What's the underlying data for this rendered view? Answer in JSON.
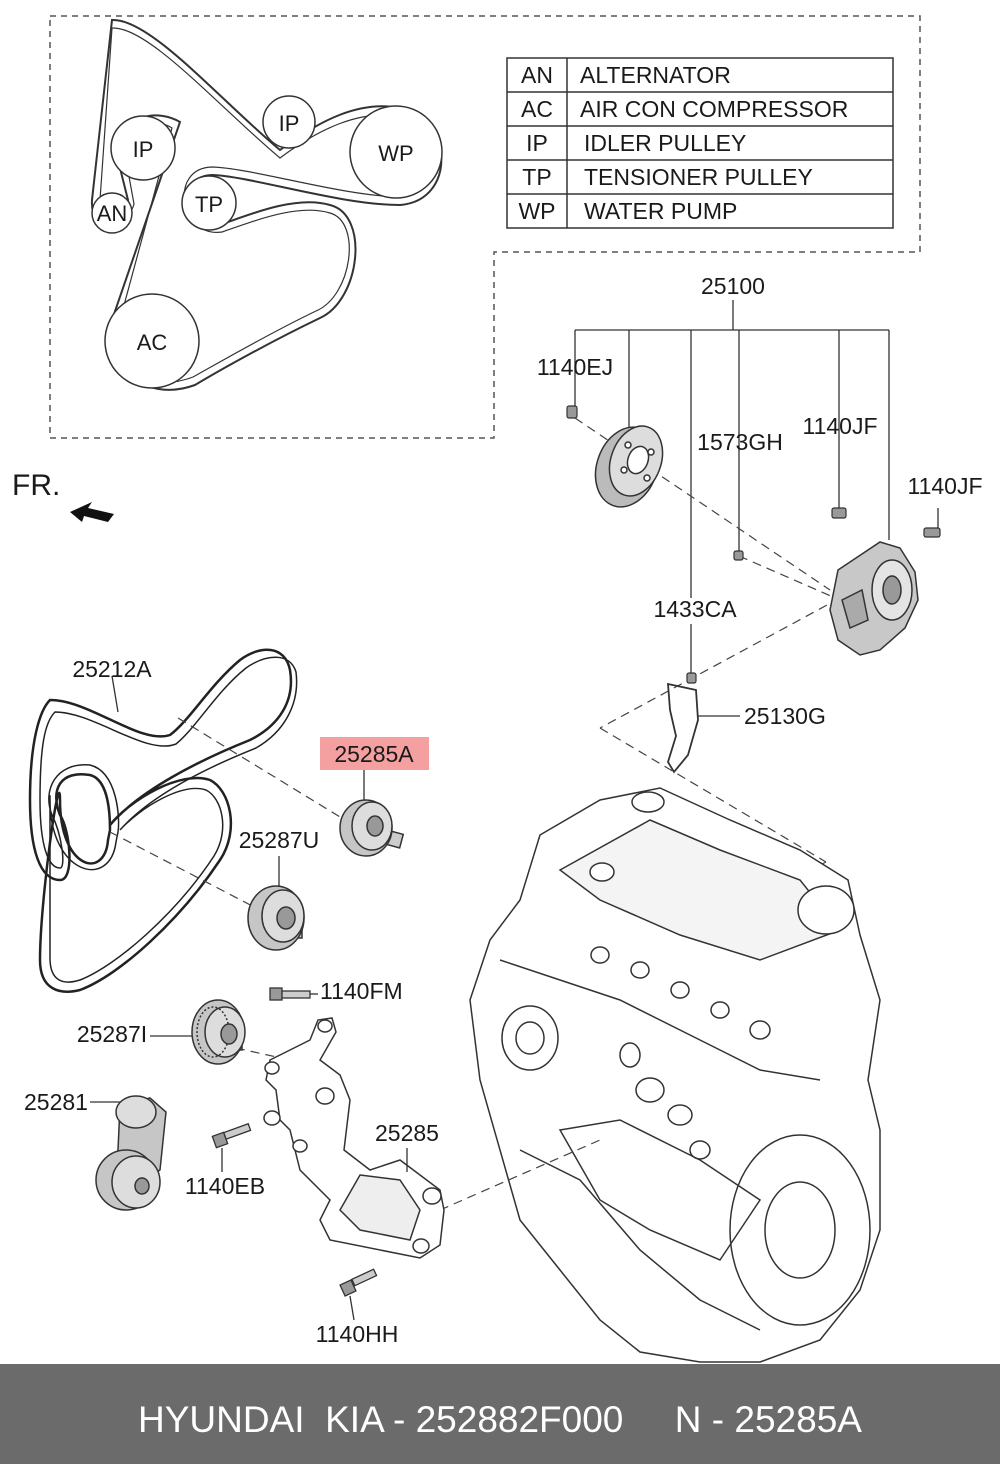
{
  "legend": {
    "rows": [
      {
        "abbr": "AN",
        "desc": "ALTERNATOR"
      },
      {
        "abbr": "AC",
        "desc": "AIR CON COMPRESSOR"
      },
      {
        "abbr": "IP",
        "desc": "IDLER PULLEY"
      },
      {
        "abbr": "TP",
        "desc": "TENSIONER PULLEY"
      },
      {
        "abbr": "WP",
        "desc": "WATER PUMP"
      }
    ]
  },
  "belt_routing": {
    "pulleys": [
      "IP",
      "IP",
      "WP",
      "TP",
      "AN",
      "AC"
    ]
  },
  "front_marker": "FR.",
  "part_labels": {
    "water_pump_assy": "25100",
    "bolt_1140EJ": "1140EJ",
    "pin_1573GH": "1573GH",
    "bolt_1140JF_a": "1140JF",
    "bolt_1140JF_b": "1140JF",
    "pin_1433CA": "1433CA",
    "gasket": "25130G",
    "belt": "25212A",
    "idler_highlight": "25285A",
    "idler_25287U": "25287U",
    "bolt_1140FM": "1140FM",
    "idler_25287I": "25287I",
    "tensioner": "25281",
    "bolt_1140EB": "1140EB",
    "bracket": "25285",
    "bolt_1140HH": "1140HH"
  },
  "highlight_color": "#f08080",
  "footer": {
    "text": "HYUNDAI  KIA - 252882F000     N - 25285A",
    "background": "#6b6b6b"
  }
}
